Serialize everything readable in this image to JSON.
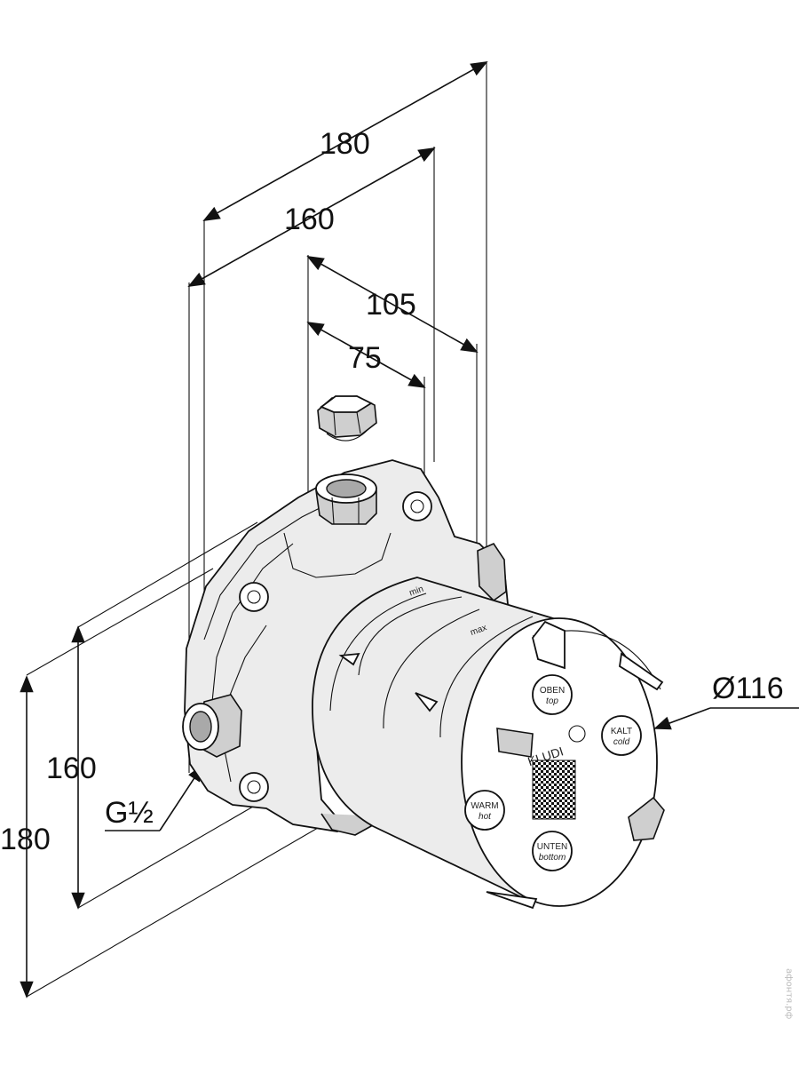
{
  "dimensions": {
    "top_outer": "180",
    "top_inner": "160",
    "top_105": "105",
    "top_75": "75",
    "left_inner": "160",
    "left_outer": "180",
    "diameter": "Ø116",
    "thread": "G½"
  },
  "cap_labels": {
    "oben": "OBEN",
    "oben_en": "top",
    "kalt": "KALT",
    "kalt_en": "cold",
    "warm": "WARM",
    "warm_en": "hot",
    "unten": "UNTEN",
    "unten_en": "bottom",
    "brand": "KLUDI",
    "min_mark": "min",
    "max_mark": "max"
  },
  "watermark": "афонтя.рф"
}
